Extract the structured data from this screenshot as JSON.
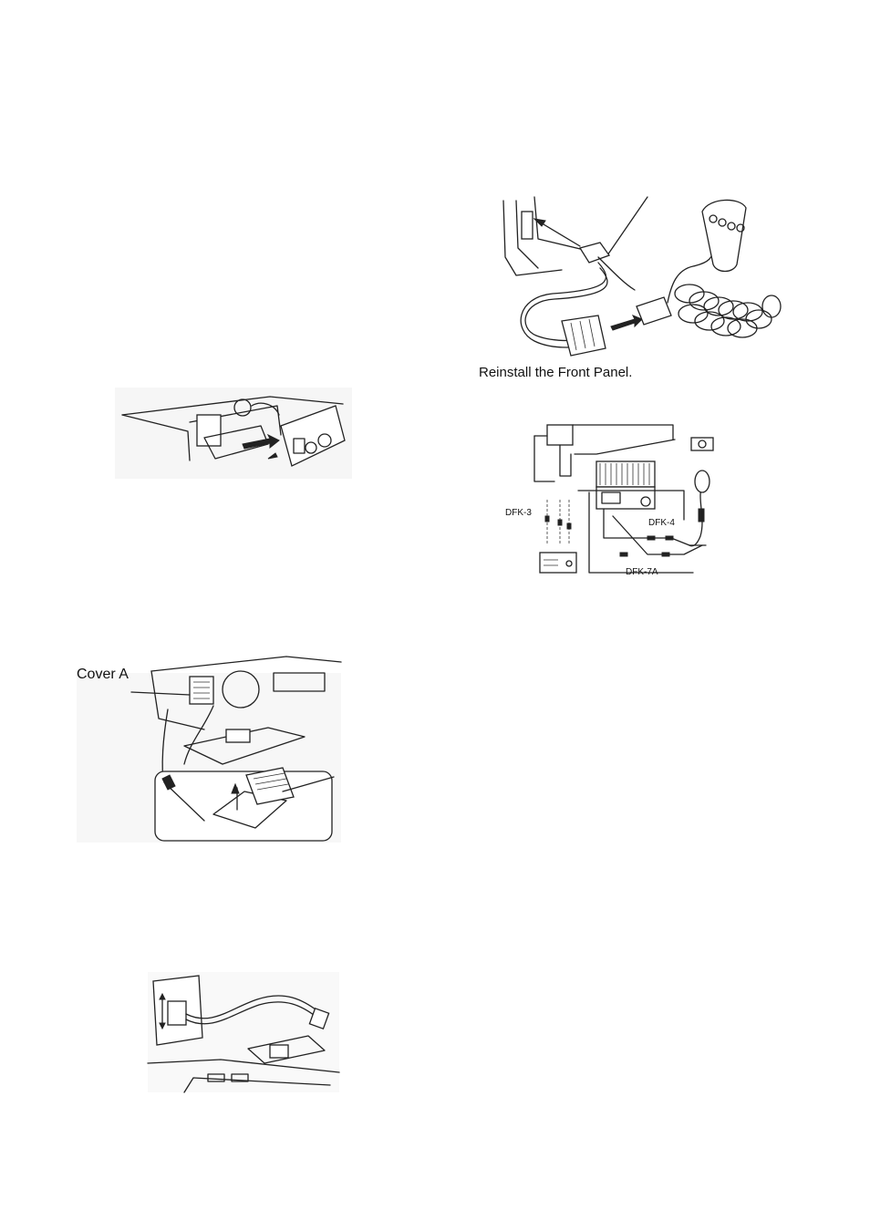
{
  "captions": {
    "reinstall": "Reinstall the Front Panel."
  },
  "labels": {
    "cover_a": "Cover A",
    "dfk3": "DFK-3",
    "dfk4": "DFK-4",
    "dfk7a": "DFK-7A"
  }
}
